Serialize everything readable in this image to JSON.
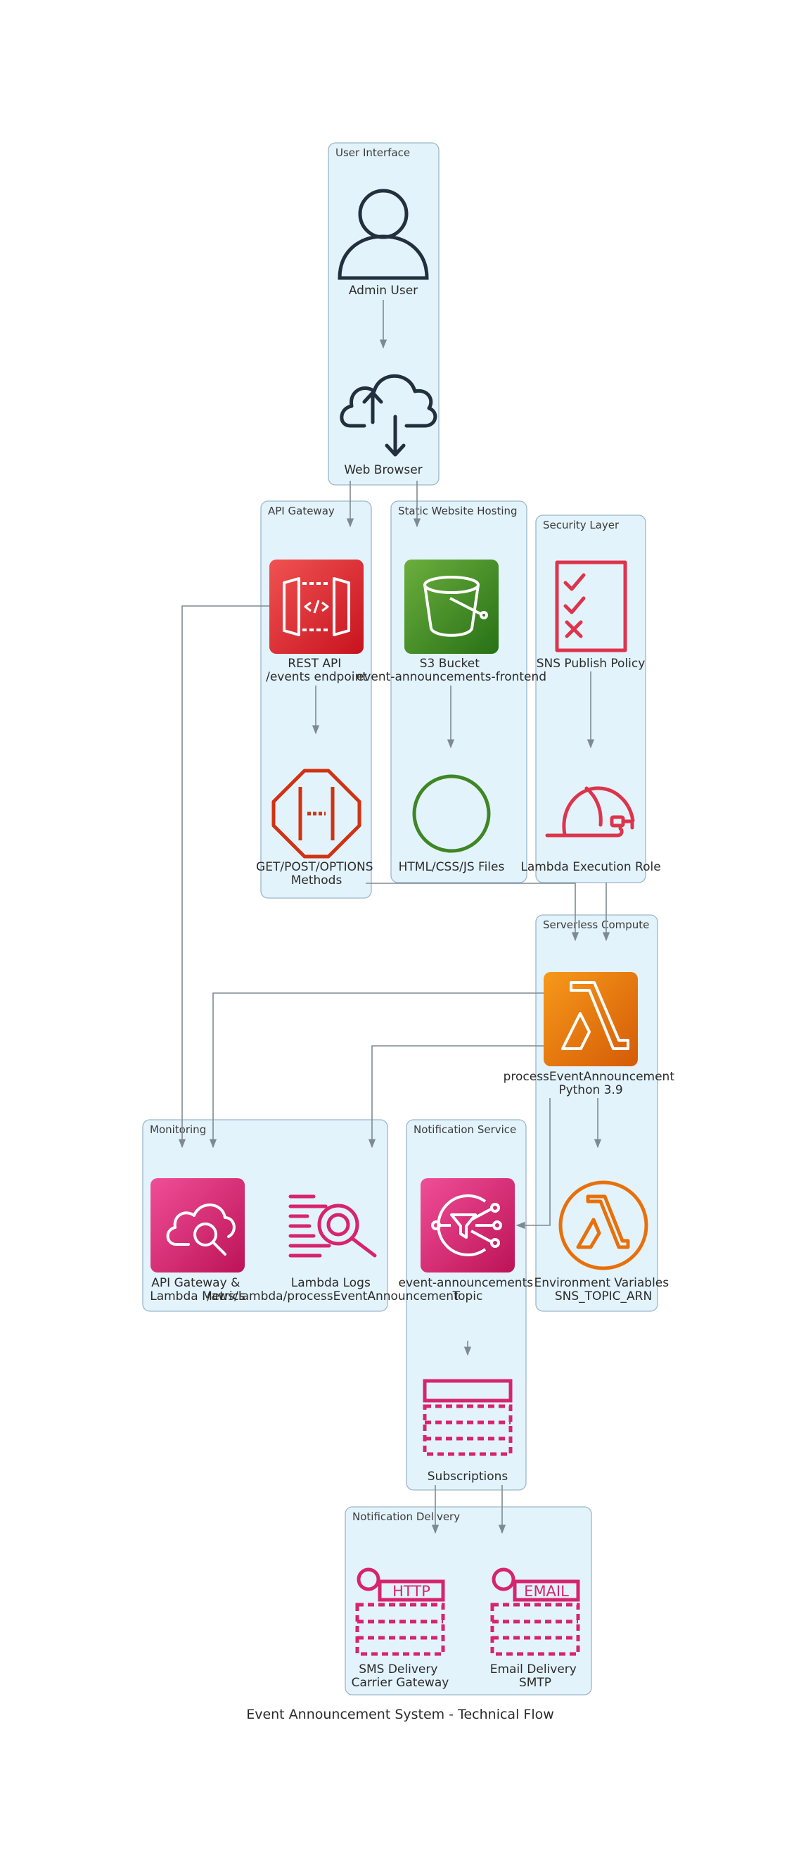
{
  "title": "Event Announcement System - Technical Flow",
  "colors": {
    "cluster_fill": "#e3f3fb",
    "cluster_stroke": "#9cb6c9",
    "edge": "#7d8a93",
    "user_icons": "#232f3e",
    "api_gateway": "#d13212",
    "s3": "#3f8624",
    "security": "#dd344c",
    "lambda": "#e8700a",
    "monitoring_sns": "#d6246e"
  },
  "clusters": {
    "user_interface": "User Interface",
    "api_gateway": "API Gateway",
    "static_hosting": "Static Website Hosting",
    "security": "Security Layer",
    "serverless": "Serverless Compute",
    "monitoring": "Monitoring",
    "notification_service": "Notification Service",
    "notification_delivery": "Notification Delivery"
  },
  "nodes": {
    "admin_user": {
      "icon": "user-icon",
      "lines": [
        "Admin User"
      ]
    },
    "web_browser": {
      "icon": "cloud-upload-download-icon",
      "lines": [
        "Web Browser"
      ]
    },
    "rest_api": {
      "icon": "api-gateway-icon",
      "lines": [
        "REST API",
        "/events endpoint"
      ]
    },
    "methods": {
      "icon": "api-endpoint-icon",
      "lines": [
        "GET/POST/OPTIONS",
        "Methods"
      ]
    },
    "s3_bucket": {
      "icon": "s3-bucket-icon",
      "lines": [
        "S3 Bucket",
        "event-announcements-frontend"
      ]
    },
    "static_files": {
      "icon": "s3-object-icon",
      "lines": [
        "HTML/CSS/JS Files"
      ]
    },
    "sns_policy": {
      "icon": "policy-checklist-icon",
      "lines": [
        "SNS Publish Policy"
      ]
    },
    "lambda_role": {
      "icon": "iam-role-icon",
      "lines": [
        "Lambda Execution Role"
      ]
    },
    "lambda_fn": {
      "icon": "lambda-icon",
      "lines": [
        "processEventAnnouncement",
        "Python 3.9"
      ]
    },
    "env_vars": {
      "icon": "lambda-function-icon",
      "lines": [
        "Environment Variables",
        "SNS_TOPIC_ARN"
      ]
    },
    "metrics": {
      "icon": "cloudwatch-icon",
      "lines": [
        "API Gateway &",
        "Lambda Metrics"
      ]
    },
    "logs": {
      "icon": "cloudwatch-logs-icon",
      "lines": [
        "Lambda Logs",
        "/aws/lambda/processEventAnnouncement"
      ]
    },
    "sns_topic": {
      "icon": "sns-topic-icon",
      "lines": [
        "event-announcements",
        "Topic"
      ]
    },
    "subscriptions": {
      "icon": "sns-subscriptions-icon",
      "lines": [
        "Subscriptions"
      ]
    },
    "sms_delivery": {
      "icon": "http-notification-icon",
      "badge": "HTTP",
      "lines": [
        "SMS Delivery",
        "Carrier Gateway"
      ]
    },
    "email_delivery": {
      "icon": "email-notification-icon",
      "badge": "EMAIL",
      "lines": [
        "Email Delivery",
        "SMTP"
      ]
    }
  }
}
